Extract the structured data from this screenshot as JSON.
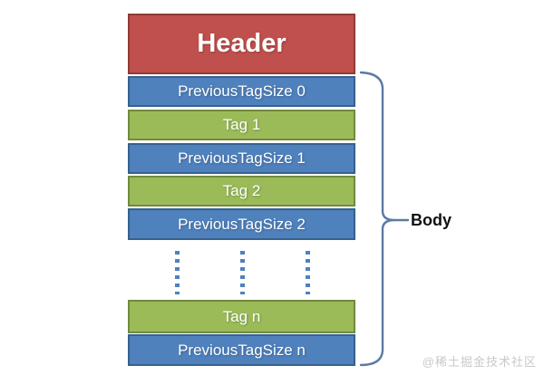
{
  "diagram": {
    "header": {
      "label": "Header"
    },
    "rows": [
      {
        "label": "PreviousTagSize 0",
        "type": "size"
      },
      {
        "label": "Tag 1",
        "type": "tag"
      },
      {
        "label": "PreviousTagSize 1",
        "type": "size"
      },
      {
        "label": "Tag 2",
        "type": "tag"
      },
      {
        "label": "PreviousTagSize 2",
        "type": "size"
      },
      {
        "label": "Tag n",
        "type": "tag"
      },
      {
        "label": "PreviousTagSize n",
        "type": "size"
      }
    ],
    "body_label": "Body",
    "colors": {
      "header_fill": "#c0504d",
      "header_border": "#8e3b37",
      "size_fill": "#4f81bd",
      "size_border": "#36618e",
      "tag_fill": "#9bbb59",
      "tag_border": "#71893f",
      "brace": "#5b7aa5"
    }
  },
  "watermark": "@稀土掘金技术社区"
}
